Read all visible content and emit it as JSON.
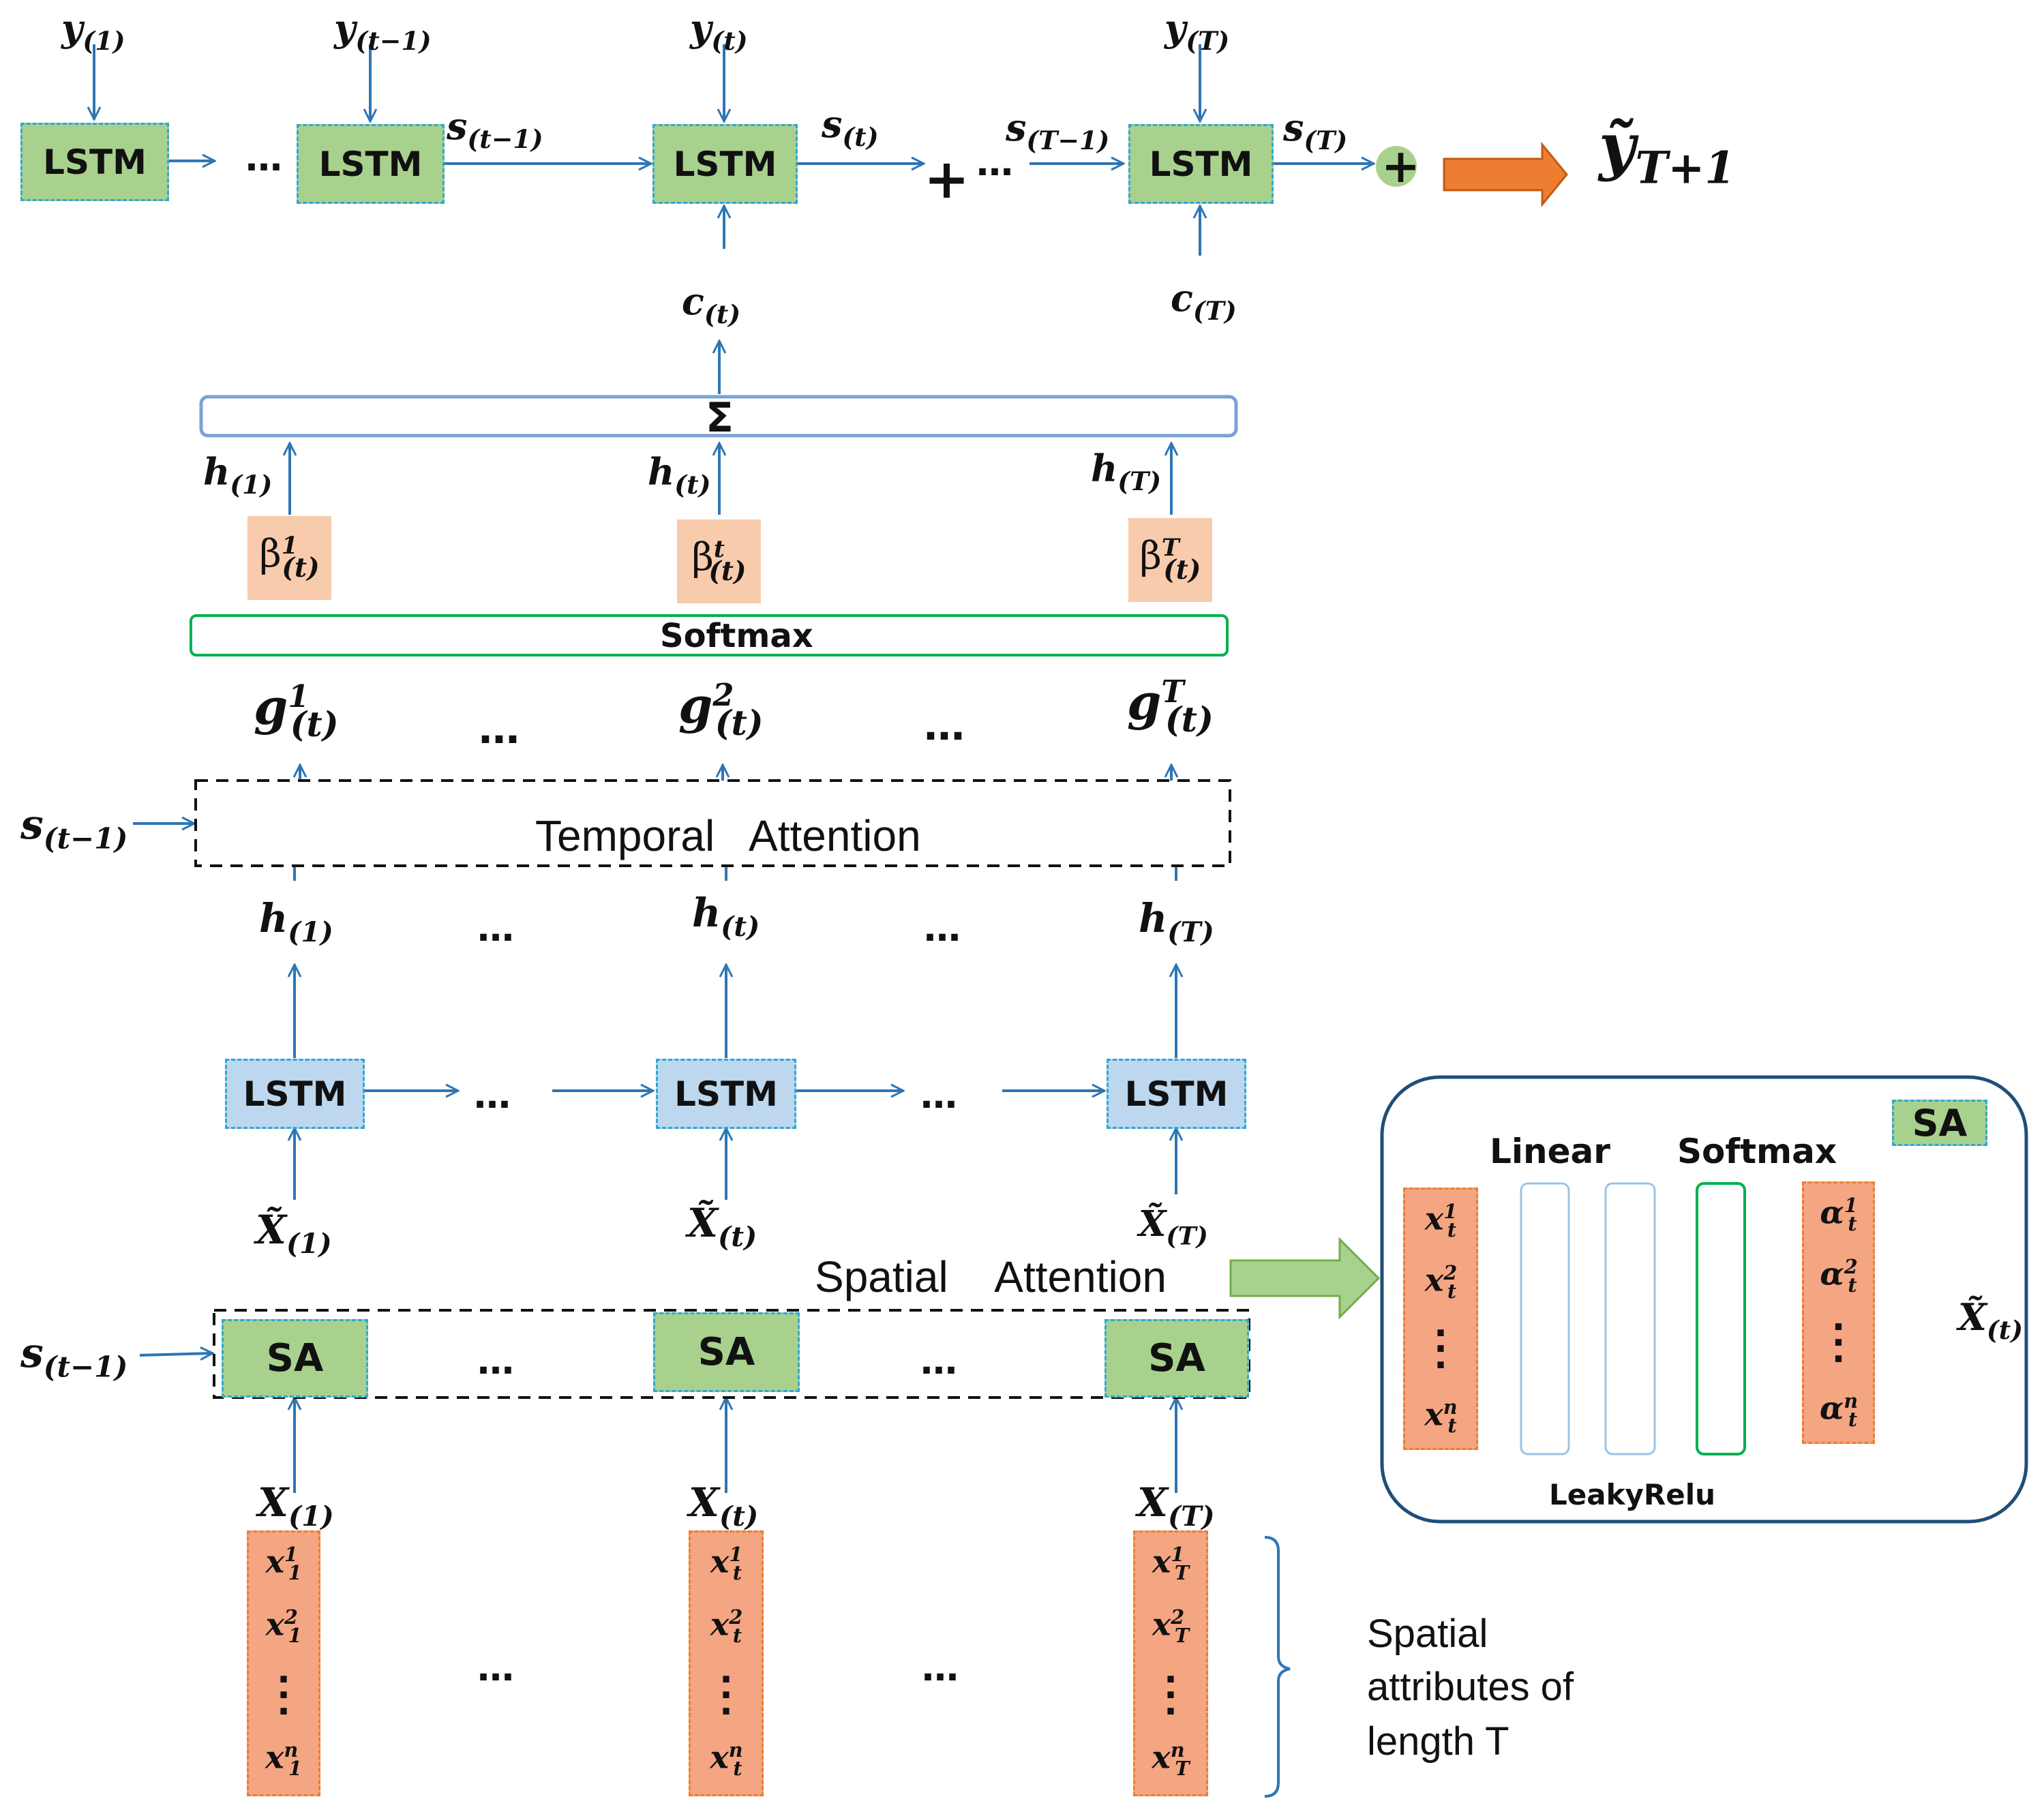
{
  "decoder": {
    "lstm_label": "LSTM",
    "inputs": [
      "y",
      "y",
      "y",
      "y"
    ],
    "input_subs": [
      "(1)",
      "(t−1)",
      "(t)",
      "(T)"
    ],
    "states": [
      {
        "sym": "s",
        "sub": "(t−1)"
      },
      {
        "sym": "s",
        "sub": "(t)"
      },
      {
        "sym": "s",
        "sub": "(T−1)"
      },
      {
        "sym": "s",
        "sub": "(T)"
      }
    ],
    "contexts": [
      {
        "sym": "c",
        "sub": "(t)"
      },
      {
        "sym": "c",
        "sub": "(T)"
      }
    ],
    "plus": "+",
    "ellipsis": "…",
    "output": {
      "sym": "ỹ",
      "sub": "T+1"
    }
  },
  "sum_box": {
    "label": "Σ"
  },
  "sum_inputs": [
    {
      "sym": "h",
      "sub": "(1)"
    },
    {
      "sym": "h",
      "sub": "(t)"
    },
    {
      "sym": "h",
      "sub": "(T)"
    }
  ],
  "betas": [
    {
      "sym": "β",
      "sup": "1",
      "sub": "(t)"
    },
    {
      "sym": "β",
      "sup": "t",
      "sub": "(t)"
    },
    {
      "sym": "β",
      "sup": "T",
      "sub": "(t)"
    }
  ],
  "softmax_bar": {
    "label": "Softmax"
  },
  "g_scores": [
    {
      "sym": "g",
      "sup": "1",
      "sub": "(t)"
    },
    {
      "sym": "g",
      "sup": "2",
      "sub": "(t)"
    },
    {
      "sym": "g",
      "sup": "T",
      "sub": "(t)"
    }
  ],
  "temporal_attention": {
    "label": "Temporal   Attention",
    "state": {
      "sym": "s",
      "sub": "(t−1)"
    }
  },
  "encoder": {
    "hidden": [
      {
        "sym": "h",
        "sub": "(1)"
      },
      {
        "sym": "h",
        "sub": "(t)"
      },
      {
        "sym": "h",
        "sub": "(T)"
      }
    ],
    "lstm_label": "LSTM",
    "inputs": [
      {
        "sym": "X̃",
        "sub": "(1)"
      },
      {
        "sym": "X̃",
        "sub": "(t)"
      },
      {
        "sym": "X̃",
        "sub": "(T)"
      }
    ]
  },
  "spatial_attention": {
    "label": "Spatial    Attention",
    "sa_label": "SA",
    "state": {
      "sym": "s",
      "sub": "(t−1)"
    }
  },
  "raw_inputs": [
    {
      "sym": "X",
      "sub": "(1)"
    },
    {
      "sym": "X",
      "sub": "(t)"
    },
    {
      "sym": "X",
      "sub": "(T)"
    }
  ],
  "columns": [
    {
      "sym": "x",
      "subs": "1",
      "sups": [
        "1",
        "2",
        "n"
      ]
    },
    {
      "sym": "x",
      "subs": "t",
      "sups": [
        "1",
        "2",
        "n"
      ]
    },
    {
      "sym": "x",
      "subs": "T",
      "sups": [
        "1",
        "2",
        "n"
      ]
    }
  ],
  "brace_note": {
    "line1": "Spatial",
    "line2": "attributes of",
    "line3": "length T"
  },
  "sa_detail": {
    "badge": "SA",
    "linear": "Linear",
    "softmax": "Softmax",
    "leakyrelu": "LeakyRelu",
    "input_col": {
      "sym": "x",
      "sub": "t",
      "sups": [
        "1",
        "2",
        "n"
      ]
    },
    "alpha_col": {
      "sym": "α",
      "sub": "t",
      "sups": [
        "1",
        "2",
        "n"
      ]
    },
    "output": {
      "sym": "X̃",
      "sub": "(t)"
    }
  },
  "colors": {
    "wire": "#2e75b6",
    "lstm_green": "#a9d18e",
    "lstm_blue": "#bdd7ee",
    "peach": "#f8cbad",
    "orange_col": "#f4a582",
    "softmax_border": "#00b050",
    "sum_border": "#7aa2d6",
    "panel_border": "#1f4e79",
    "big_arrow": "#ed7d31"
  }
}
